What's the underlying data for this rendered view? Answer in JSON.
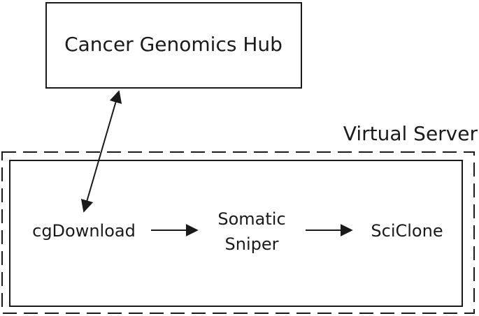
{
  "nodes": {
    "hub": {
      "label": "Cancer Genomics Hub"
    },
    "group": {
      "label": "Virtual Server"
    },
    "cgdownload": {
      "label": "cgDownload"
    },
    "somatic_sniper": {
      "line1": "Somatic",
      "line2": "Sniper"
    },
    "sciclone": {
      "label": "SciClone"
    }
  },
  "edges": [
    {
      "from": "hub",
      "to": "cgdownload",
      "direction": "both"
    },
    {
      "from": "cgdownload",
      "to": "somatic_sniper",
      "direction": "forward"
    },
    {
      "from": "somatic_sniper",
      "to": "sciclone",
      "direction": "forward"
    }
  ],
  "colors": {
    "stroke": "#1a1a1a",
    "background": "#ffffff"
  }
}
